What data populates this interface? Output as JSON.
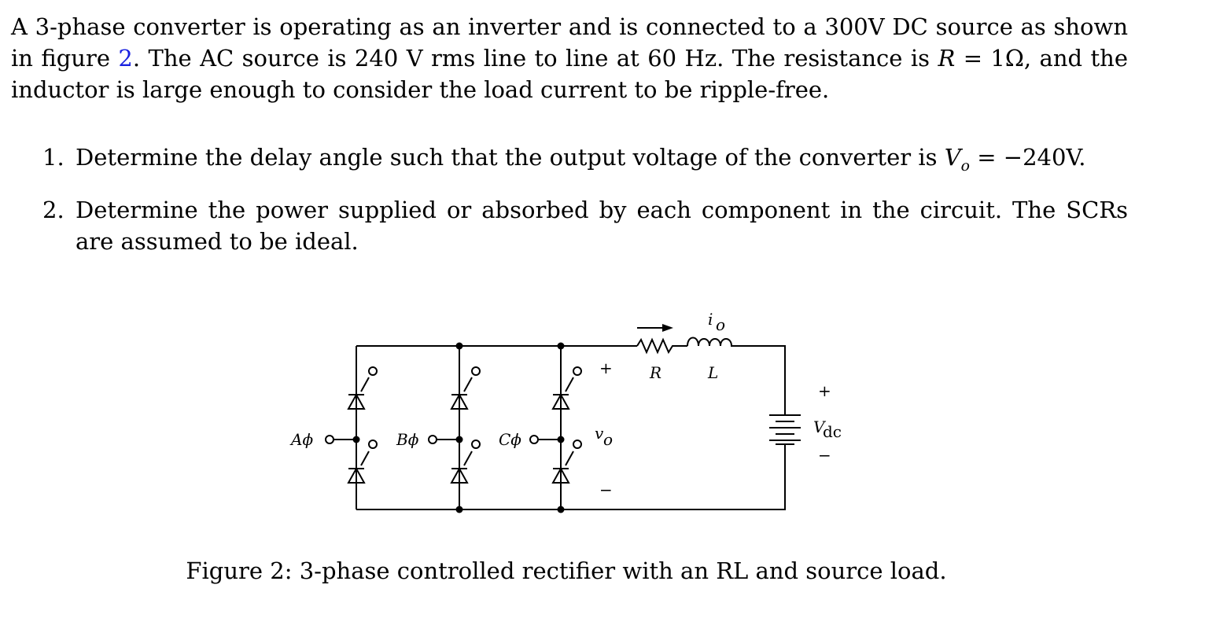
{
  "problem": {
    "intro_a": "A 3-phase converter is operating as an inverter and is connected to a 300V DC source as shown in figure ",
    "figure_ref": "2",
    "intro_b": ". The AC source is 240 V rms line to line at 60 Hz. The resistance is ",
    "r_symbol": "R",
    "r_value": " = 1Ω, and the inductor is large enough to consider the load current to be ripple-free.",
    "items": [
      {
        "number": "1.",
        "text_a": "Determine the delay angle such that the output voltage of the converter is ",
        "v_symbol": "V",
        "v_sub": "o",
        "text_b": " = −240V."
      },
      {
        "number": "2.",
        "text": "Determine the power supplied or absorbed by each component in the circuit. The SCRs are assumed to be ideal."
      }
    ]
  },
  "figure": {
    "caption": "Figure 2: 3-phase controlled rectifier with an RL and source load.",
    "labels": {
      "phase_a": "Aϕ",
      "phase_b": "Bϕ",
      "phase_c": "Cϕ",
      "resistor": "R",
      "inductor": "L",
      "current": "i",
      "current_sub": "o",
      "vo": "v",
      "vo_sub": "o",
      "vdc": "V",
      "vdc_sub": "dc",
      "plus": "+",
      "minus": "−"
    }
  }
}
